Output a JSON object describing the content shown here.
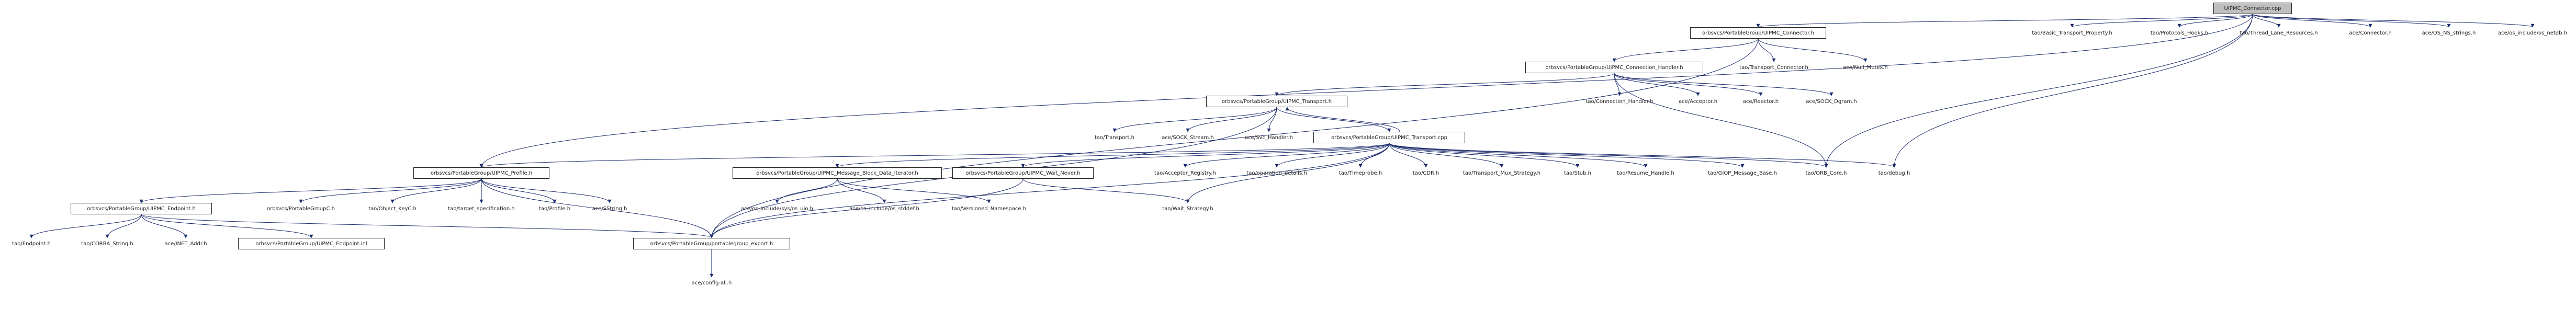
{
  "graph": {
    "nodes": [
      {
        "id": "n0",
        "label": "UIPMC_Connector.cpp",
        "style": "root"
      },
      {
        "id": "n1",
        "label": "orbsvcs/PortableGroup/UIPMC_Connector.h",
        "style": "boxed"
      },
      {
        "id": "n2",
        "label": "tao/Basic_Transport_Property.h",
        "style": "plain"
      },
      {
        "id": "n3",
        "label": "tao/Protocols_Hooks.h",
        "style": "plain"
      },
      {
        "id": "n4",
        "label": "tao/Thread_Lane_Resources.h",
        "style": "plain"
      },
      {
        "id": "n5",
        "label": "ace/Connector.h",
        "style": "plain"
      },
      {
        "id": "n6",
        "label": "ace/OS_NS_strings.h",
        "style": "plain"
      },
      {
        "id": "n7",
        "label": "ace/os_include/os_netdb.h",
        "style": "plain"
      },
      {
        "id": "n8",
        "label": "orbsvcs/PortableGroup/UIPMC_Connection_Handler.h",
        "style": "boxed"
      },
      {
        "id": "n9",
        "label": "tao/Transport_Connector.h",
        "style": "plain"
      },
      {
        "id": "n10",
        "label": "ace/Null_Mutex.h",
        "style": "plain"
      },
      {
        "id": "n11",
        "label": "orbsvcs/PortableGroup/UIPMC_Transport.h",
        "style": "boxed"
      },
      {
        "id": "n12",
        "label": "tao/Connection_Handler.h",
        "style": "plain"
      },
      {
        "id": "n13",
        "label": "ace/Acceptor.h",
        "style": "plain"
      },
      {
        "id": "n14",
        "label": "ace/Reactor.h",
        "style": "plain"
      },
      {
        "id": "n15",
        "label": "ace/SOCK_Dgram.h",
        "style": "plain"
      },
      {
        "id": "n16",
        "label": "tao/Transport.h",
        "style": "plain"
      },
      {
        "id": "n17",
        "label": "ace/SOCK_Stream.h",
        "style": "plain"
      },
      {
        "id": "n18",
        "label": "ace/Svc_Handler.h",
        "style": "plain"
      },
      {
        "id": "n19",
        "label": "orbsvcs/PortableGroup/UIPMC_Transport.cpp",
        "style": "boxed"
      },
      {
        "id": "n20",
        "label": "orbsvcs/PortableGroup/UIPMC_Profile.h",
        "style": "boxed"
      },
      {
        "id": "n21",
        "label": "orbsvcs/PortableGroup/UIPMC_Message_Block_Data_Iterator.h",
        "style": "boxed"
      },
      {
        "id": "n22",
        "label": "orbsvcs/PortableGroup/UIPMC_Wait_Never.h",
        "style": "boxed"
      },
      {
        "id": "n23",
        "label": "tao/Acceptor_Registry.h",
        "style": "plain"
      },
      {
        "id": "n24",
        "label": "tao/operation_details.h",
        "style": "plain"
      },
      {
        "id": "n25",
        "label": "tao/Timeprobe.h",
        "style": "plain"
      },
      {
        "id": "n26",
        "label": "tao/CDR.h",
        "style": "plain"
      },
      {
        "id": "n27",
        "label": "tao/Transport_Mux_Strategy.h",
        "style": "plain"
      },
      {
        "id": "n28",
        "label": "tao/Stub.h",
        "style": "plain"
      },
      {
        "id": "n29",
        "label": "tao/Resume_Handle.h",
        "style": "plain"
      },
      {
        "id": "n30",
        "label": "tao/GIOP_Message_Base.h",
        "style": "plain"
      },
      {
        "id": "n31",
        "label": "tao/ORB_Core.h",
        "style": "plain"
      },
      {
        "id": "n32",
        "label": "tao/debug.h",
        "style": "plain"
      },
      {
        "id": "n33",
        "label": "orbsvcs/PortableGroup/UIPMC_Endpoint.h",
        "style": "boxed"
      },
      {
        "id": "n34",
        "label": "orbsvcs/PortableGroupC.h",
        "style": "plain"
      },
      {
        "id": "n35",
        "label": "tao/Object_KeyC.h",
        "style": "plain"
      },
      {
        "id": "n36",
        "label": "tao/target_specification.h",
        "style": "plain"
      },
      {
        "id": "n37",
        "label": "tao/Profile.h",
        "style": "plain"
      },
      {
        "id": "n38",
        "label": "ace/SString.h",
        "style": "plain"
      },
      {
        "id": "n39",
        "label": "ace/os_include/sys/os_uio.h",
        "style": "plain"
      },
      {
        "id": "n40",
        "label": "ace/os_include/os_stddef.h",
        "style": "plain"
      },
      {
        "id": "n41",
        "label": "tao/Versioned_Namespace.h",
        "style": "plain"
      },
      {
        "id": "n42",
        "label": "tao/Wait_Strategy.h",
        "style": "plain"
      },
      {
        "id": "n43",
        "label": "tao/Endpoint.h",
        "style": "plain"
      },
      {
        "id": "n44",
        "label": "tao/CORBA_String.h",
        "style": "plain"
      },
      {
        "id": "n45",
        "label": "ace/INET_Addr.h",
        "style": "plain"
      },
      {
        "id": "n46",
        "label": "orbsvcs/PortableGroup/UIPMC_Endpoint.inl",
        "style": "boxed"
      },
      {
        "id": "n47",
        "label": "orbsvcs/PortableGroup/portablegroup_export.h",
        "style": "boxed"
      },
      {
        "id": "n48",
        "label": "ace/config-all.h",
        "style": "plain"
      }
    ],
    "edges": [
      [
        "n0",
        "n1"
      ],
      [
        "n0",
        "n2"
      ],
      [
        "n0",
        "n3"
      ],
      [
        "n0",
        "n4"
      ],
      [
        "n0",
        "n5"
      ],
      [
        "n0",
        "n6"
      ],
      [
        "n0",
        "n7"
      ],
      [
        "n0",
        "n31"
      ],
      [
        "n0",
        "n32"
      ],
      [
        "n0",
        "n20"
      ],
      [
        "n1",
        "n8"
      ],
      [
        "n1",
        "n9"
      ],
      [
        "n1",
        "n10"
      ],
      [
        "n1",
        "n47"
      ],
      [
        "n8",
        "n11"
      ],
      [
        "n8",
        "n12"
      ],
      [
        "n8",
        "n13"
      ],
      [
        "n8",
        "n14"
      ],
      [
        "n8",
        "n15"
      ],
      [
        "n8",
        "n31"
      ],
      [
        "n11",
        "n16"
      ],
      [
        "n11",
        "n17"
      ],
      [
        "n11",
        "n18"
      ],
      [
        "n11",
        "n19"
      ],
      [
        "n11",
        "n47"
      ],
      [
        "n19",
        "n11"
      ],
      [
        "n19",
        "n20"
      ],
      [
        "n19",
        "n21"
      ],
      [
        "n19",
        "n22"
      ],
      [
        "n19",
        "n23"
      ],
      [
        "n19",
        "n24"
      ],
      [
        "n19",
        "n25"
      ],
      [
        "n19",
        "n26"
      ],
      [
        "n19",
        "n27"
      ],
      [
        "n19",
        "n28"
      ],
      [
        "n19",
        "n29"
      ],
      [
        "n19",
        "n30"
      ],
      [
        "n19",
        "n31"
      ],
      [
        "n19",
        "n32"
      ],
      [
        "n19",
        "n42"
      ],
      [
        "n19",
        "n47"
      ],
      [
        "n20",
        "n33"
      ],
      [
        "n20",
        "n34"
      ],
      [
        "n20",
        "n35"
      ],
      [
        "n20",
        "n36"
      ],
      [
        "n20",
        "n37"
      ],
      [
        "n20",
        "n38"
      ],
      [
        "n20",
        "n47"
      ],
      [
        "n21",
        "n39"
      ],
      [
        "n21",
        "n40"
      ],
      [
        "n21",
        "n41"
      ],
      [
        "n22",
        "n42"
      ],
      [
        "n22",
        "n47"
      ],
      [
        "n33",
        "n43"
      ],
      [
        "n33",
        "n44"
      ],
      [
        "n33",
        "n45"
      ],
      [
        "n33",
        "n46"
      ],
      [
        "n33",
        "n47"
      ],
      [
        "n47",
        "n48"
      ]
    ]
  }
}
